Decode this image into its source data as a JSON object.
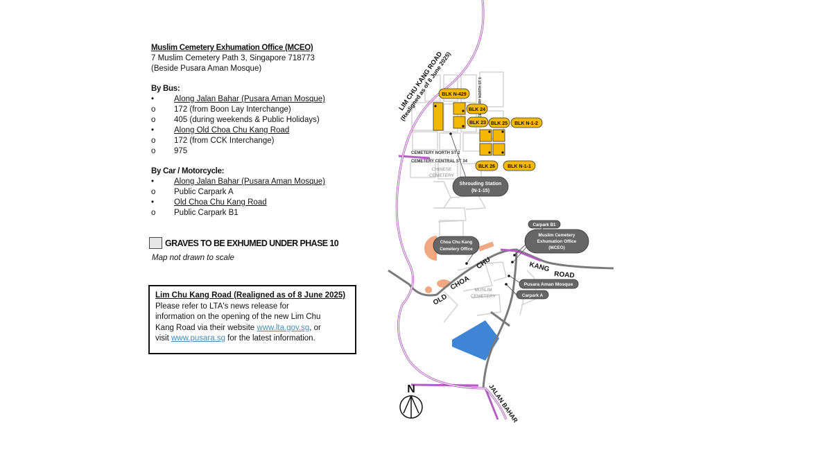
{
  "office": {
    "title": "Muslim Cemetery Exhumation Office (MCEO)",
    "address": "7 Muslim Cemetery Path 3, Singapore 718773",
    "note": "(Beside Pusara Aman Mosque)"
  },
  "by_bus": {
    "title": "By Bus:",
    "items": [
      {
        "marker": "•",
        "text": "Along Jalan Bahar (Pusara Aman Mosque)"
      },
      {
        "marker": "o",
        "text": "172 (from Boon Lay Interchange)"
      },
      {
        "marker": "o",
        "text": "405 (during weekends & Public Holidays)"
      },
      {
        "marker": "•",
        "text": "Along Old Choa Chu Kang Road"
      },
      {
        "marker": "o",
        "text": "172 (from CCK Interchange)"
      },
      {
        "marker": "o",
        "text": "975"
      }
    ]
  },
  "by_car": {
    "title": "By Car / Motorcycle:",
    "items": [
      {
        "marker": "•",
        "text": "Along Jalan Bahar (Pusara Aman Mosque)"
      },
      {
        "marker": "o",
        "text": "Public Carpark A"
      },
      {
        "marker": "•",
        "text": "Old Choa Chu Kang Road"
      },
      {
        "marker": "o",
        "text": "Public Carpark B1"
      }
    ]
  },
  "legend": {
    "label": "GRAVES TO BE EXHUMED UNDER PHASE 10",
    "swatch_color": "#e6e6e6"
  },
  "scale_note": "Map not drawn to scale",
  "notice": {
    "title": "Lim Chu Kang Road (Realigned as of 8 June 2025)",
    "line1": "Please refer to LTA's news release for",
    "line2": "information on the opening of the new Lim Chu",
    "line3_prefix": "Kang Road via their website ",
    "link1": "www.lta.gov.sg",
    "line3_suffix": ", or",
    "line4_prefix": "visit ",
    "link2": "www.pusara.sg",
    "line4_suffix": " for the latest information."
  },
  "map": {
    "colors": {
      "main_road": "#b05fc0",
      "secondary_road": "#7a7a7a",
      "block": "#f5b800",
      "grid": "#d0d0d0",
      "water": "#3f85d6",
      "landmark": "#f0a882",
      "callout": "#666666"
    },
    "roads": {
      "lck_name": "LIM CHU KANG ROAD",
      "lck_note": "(Realigned as of 8 June 2025)",
      "old": "OLD",
      "choa": "CHOA",
      "chu": "CHU",
      "kang": "KANG",
      "road": "ROAD",
      "jalan": "JALAN BAHAR"
    },
    "streets": {
      "north5": "CEMETERY NORTH ST 5",
      "north2": "CEMETERY NORTH ST 2",
      "central34": "CEMETERY CENTRAL ST 34"
    },
    "areas": {
      "chinese_1": "CHINESE",
      "chinese_2": "CEMETERY",
      "muslim_1": "MUSLIM",
      "muslim_2": "CEMETERY"
    },
    "blocks": {
      "n429": "BLK N-429",
      "b24": "BLK 24",
      "b23": "BLK 23",
      "b25": "BLK 25",
      "n12": "BLK N-1-2",
      "b26": "BLK 26",
      "n11": "BLK N-1-1"
    },
    "callouts": {
      "shrouding_1": "Shrouding Station",
      "shrouding_2": "(N-1-15)",
      "cck_office_1": "Choa Chu Kang",
      "cck_office_2": "Cemetery Office",
      "carpark_b1": "Carpark B1",
      "mceo_1": "Muslim Cemetery",
      "mceo_2": "Exhumation Office",
      "mceo_3": "(MCEO)",
      "mosque": "Pusara Aman Mosque",
      "carpark_a": "Carpark A"
    },
    "north": "N"
  }
}
